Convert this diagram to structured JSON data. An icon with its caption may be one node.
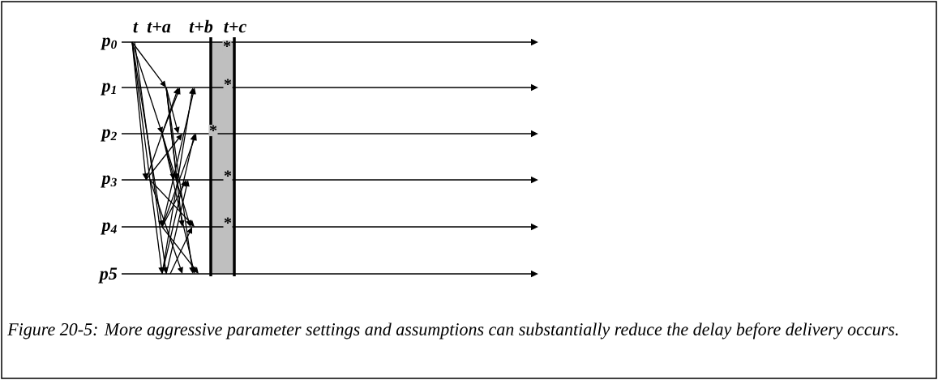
{
  "diagram": {
    "caption": "Figure 20-5: More aggressive parameter settings and assumptions can substantially reduce the delay before delivery occurs.",
    "nodes": [
      {
        "text": [
          "p$_{0}$"
        ]
      },
      {
        "text": [
          "p$_{1}$"
        ]
      },
      {
        "text": [
          "p$_{2}$"
        ]
      },
      {
        "text": [
          "p$_{3}$"
        ]
      },
      {
        "text": [
          "p$_{4}$"
        ]
      },
      {
        "text": [
          "p5"
        ]
      }
    ],
    "edges": [
      {
        "from": 0,
        "to": null,
        "arrow": "to"
      },
      {
        "from": 1,
        "to": null,
        "arrow": "to"
      },
      {
        "from": 2,
        "to": null,
        "arrow": "to"
      },
      {
        "from": 3,
        "to": null,
        "arrow": "to"
      },
      {
        "from": 4,
        "to": null,
        "arrow": "to"
      },
      {
        "from": 5,
        "to": null,
        "arrow": "to"
      }
    ],
    "labels": [
      "t",
      "t+a",
      "t+b",
      "t+c",
      "*",
      "*",
      "*",
      "*",
      "*"
    ]
  }
}
